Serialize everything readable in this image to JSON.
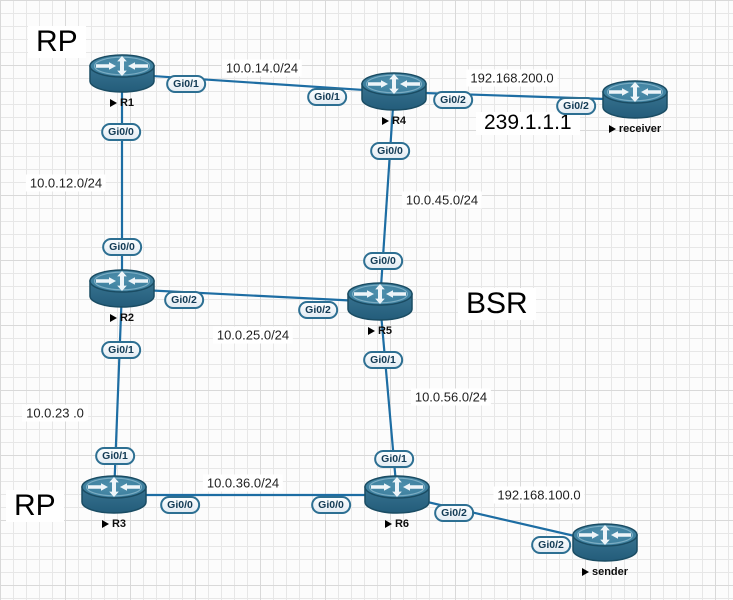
{
  "app": {
    "view": "network-topology-canvas"
  },
  "colors": {
    "link": "#1d6da3",
    "router_top": "#3d7e9d",
    "router_body": "#2c6a89",
    "badge_border": "#2d6f92",
    "badge_text": "#123a54",
    "grid_line": "#e7e7e7"
  },
  "nodes": [
    {
      "id": "R1",
      "label": "R1",
      "type": "router",
      "role": "RP"
    },
    {
      "id": "R4",
      "label": "R4",
      "type": "router"
    },
    {
      "id": "receiver",
      "label": "receiver",
      "type": "router"
    },
    {
      "id": "R2",
      "label": "R2",
      "type": "router"
    },
    {
      "id": "R5",
      "label": "R5",
      "type": "router",
      "role": "BSR"
    },
    {
      "id": "R3",
      "label": "R3",
      "type": "router",
      "role": "RP"
    },
    {
      "id": "R6",
      "label": "R6",
      "type": "router"
    },
    {
      "id": "sender",
      "label": "sender",
      "type": "router"
    }
  ],
  "links": [
    {
      "network": "10.0.14.0/24",
      "endpoints": [
        {
          "node": "R1",
          "interface": "Gi0/1"
        },
        {
          "node": "R4",
          "interface": "Gi0/1"
        }
      ]
    },
    {
      "network": "192.168.200.0",
      "endpoints": [
        {
          "node": "R4",
          "interface": "Gi0/2"
        },
        {
          "node": "receiver",
          "interface": "Gi0/2"
        }
      ]
    },
    {
      "network": "10.0.12.0/24",
      "endpoints": [
        {
          "node": "R1",
          "interface": "Gi0/0"
        },
        {
          "node": "R2",
          "interface": "Gi0/0"
        }
      ]
    },
    {
      "network": "10.0.45.0/24",
      "endpoints": [
        {
          "node": "R4",
          "interface": "Gi0/0"
        },
        {
          "node": "R5",
          "interface": "Gi0/0"
        }
      ]
    },
    {
      "network": "10.0.25.0/24",
      "endpoints": [
        {
          "node": "R2",
          "interface": "Gi0/2"
        },
        {
          "node": "R5",
          "interface": "Gi0/2"
        }
      ]
    },
    {
      "network": "10.0.23 .0",
      "endpoints": [
        {
          "node": "R2",
          "interface": "Gi0/1"
        },
        {
          "node": "R3",
          "interface": "Gi0/1"
        }
      ]
    },
    {
      "network": "10.0.56.0/24",
      "endpoints": [
        {
          "node": "R5",
          "interface": "Gi0/1"
        },
        {
          "node": "R6",
          "interface": "Gi0/1"
        }
      ]
    },
    {
      "network": "10.0.36.0/24",
      "endpoints": [
        {
          "node": "R3",
          "interface": "Gi0/0"
        },
        {
          "node": "R6",
          "interface": "Gi0/0"
        }
      ]
    },
    {
      "network": "192.168.100.0",
      "endpoints": [
        {
          "node": "R6",
          "interface": "Gi0/2"
        },
        {
          "node": "sender",
          "interface": "Gi0/2"
        }
      ]
    }
  ],
  "annotations": [
    {
      "text": "RP",
      "target": "R1"
    },
    {
      "text": "BSR",
      "target": "R5"
    },
    {
      "text": "RP",
      "target": "R3"
    },
    {
      "text": "239.1.1.1",
      "target": "receiver-link"
    }
  ]
}
